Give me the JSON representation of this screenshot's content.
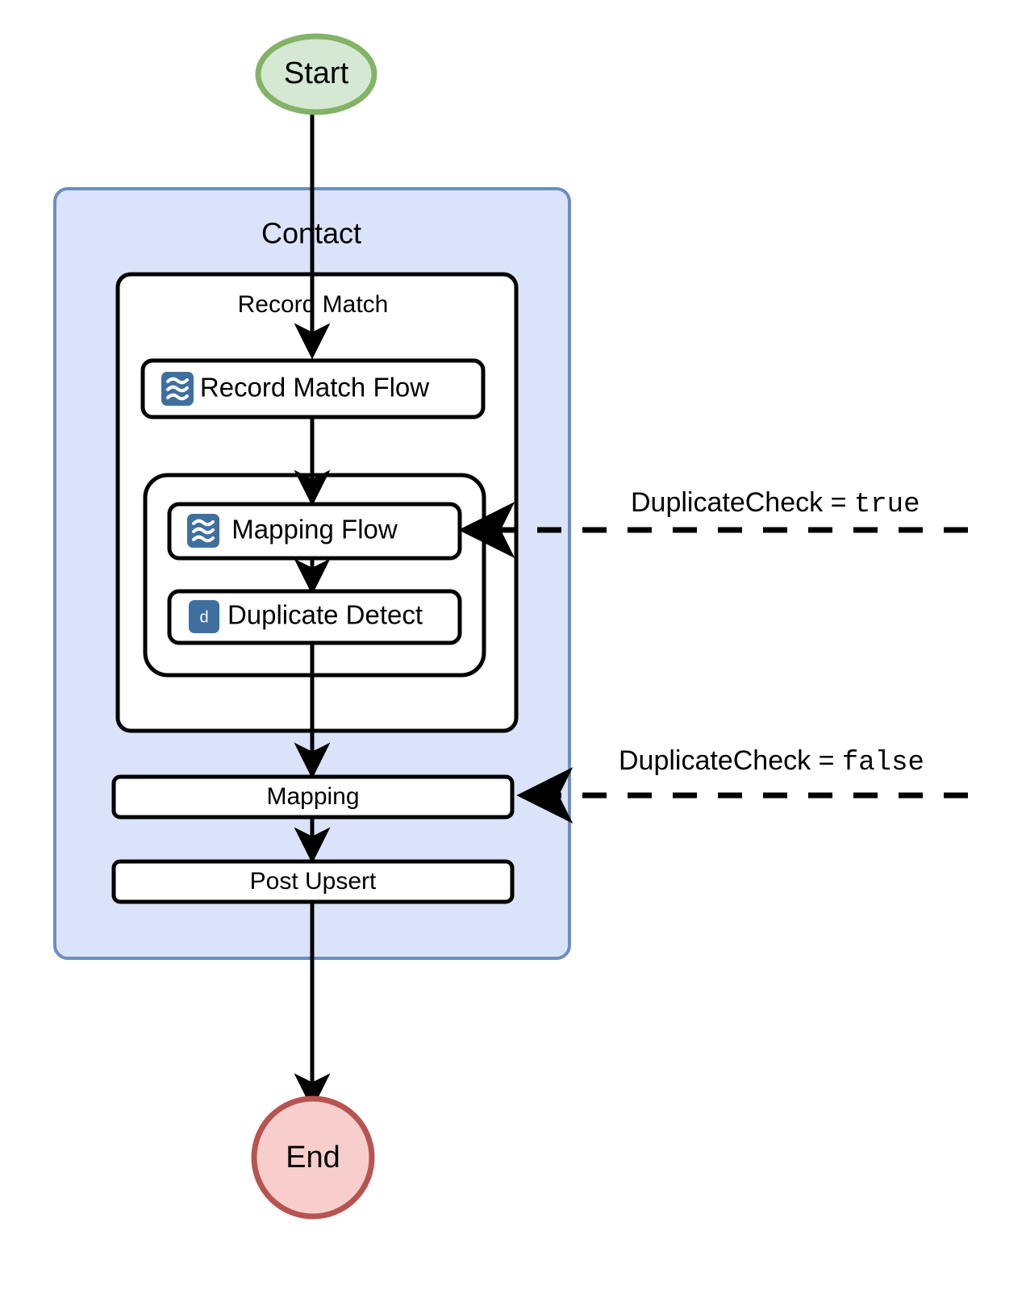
{
  "diagram": {
    "type": "flowchart",
    "title": "",
    "terminals": {
      "start": {
        "label": "Start",
        "fill": "#d5e8d4",
        "stroke": "#82b366"
      },
      "end": {
        "label": "End",
        "fill": "#f8cecc",
        "stroke": "#b85450"
      }
    },
    "containers": [
      {
        "id": "contact",
        "label": "Contact",
        "fill": "#dae3f9",
        "stroke": "#6c8ebf"
      },
      {
        "id": "record-match",
        "label": "Record Match",
        "fill": "#ffffff",
        "stroke": "#000000"
      },
      {
        "id": "duplicate-group",
        "label": "",
        "fill": "#ffffff",
        "stroke": "#000000"
      }
    ],
    "steps": [
      {
        "id": "record-match-flow",
        "label": "Record Match Flow",
        "icon": "flow-icon",
        "icon_glyph": "≋",
        "icon_fill": "#3f6f9f"
      },
      {
        "id": "mapping-flow",
        "label": "Mapping Flow",
        "icon": "flow-icon",
        "icon_glyph": "≋",
        "icon_fill": "#3f6f9f"
      },
      {
        "id": "duplicate-detect",
        "label": "Duplicate Detect",
        "icon": "duplicate-icon",
        "icon_glyph": "d",
        "icon_fill": "#3f6f9f"
      },
      {
        "id": "mapping",
        "label": "Mapping",
        "icon": null,
        "icon_glyph": "",
        "icon_fill": ""
      },
      {
        "id": "post-upsert",
        "label": "Post Upsert",
        "icon": null,
        "icon_glyph": "",
        "icon_fill": ""
      }
    ],
    "edge_labels": [
      {
        "id": "duplicate-check-true",
        "key": "DuplicateCheck = ",
        "value": "true",
        "style": "dashed",
        "target": "mapping-flow"
      },
      {
        "id": "duplicate-check-false",
        "key": "DuplicateCheck = ",
        "value": "false",
        "style": "dashed",
        "target": "mapping"
      }
    ]
  }
}
